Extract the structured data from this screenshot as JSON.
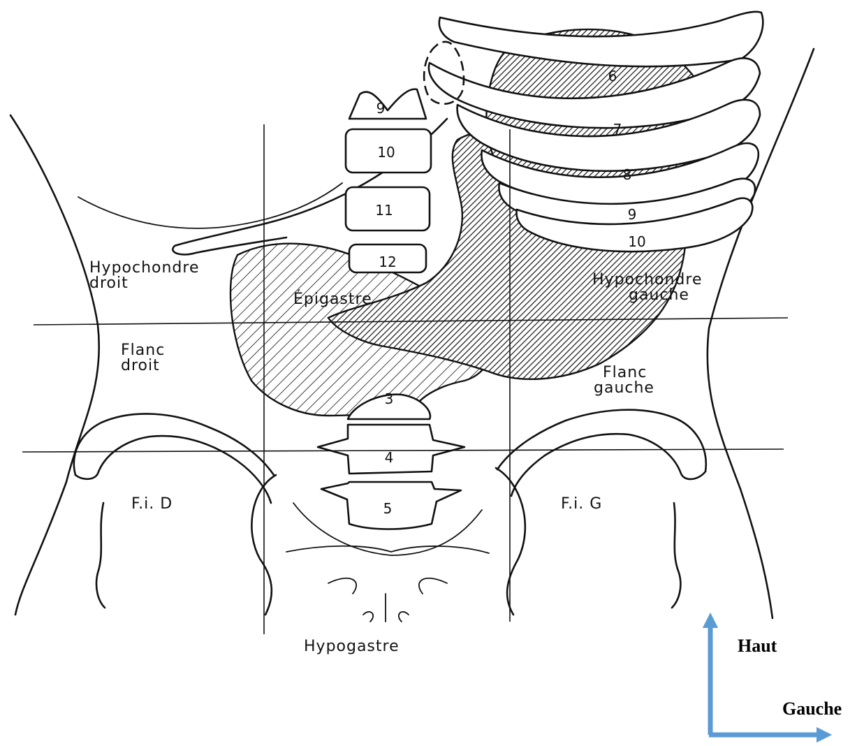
{
  "regions": {
    "hypochondre_droit": [
      "Hypochondre",
      "droit"
    ],
    "epigastre": "Épigastre",
    "hypochondre_gauche": [
      "Hypochondre",
      "gauche"
    ],
    "flanc_droit": [
      "Flanc",
      "droit"
    ],
    "flanc_gauche": [
      "Flanc",
      "gauche"
    ],
    "fosse_iliaque_droite": "F.i. D",
    "fosse_iliaque_gauche": "F.i. G",
    "hypogastre": "Hypogastre"
  },
  "vertebrae": [
    "9",
    "10",
    "11",
    "12",
    "3",
    "4",
    "5"
  ],
  "ribs": [
    "6",
    "7",
    "8",
    "9",
    "10"
  ],
  "orientation": {
    "up_label": "Haut",
    "left_label": "Gauche",
    "arrow_color": "#5b9bd5"
  },
  "colors": {
    "ink": "#111111",
    "background": "#ffffff"
  }
}
